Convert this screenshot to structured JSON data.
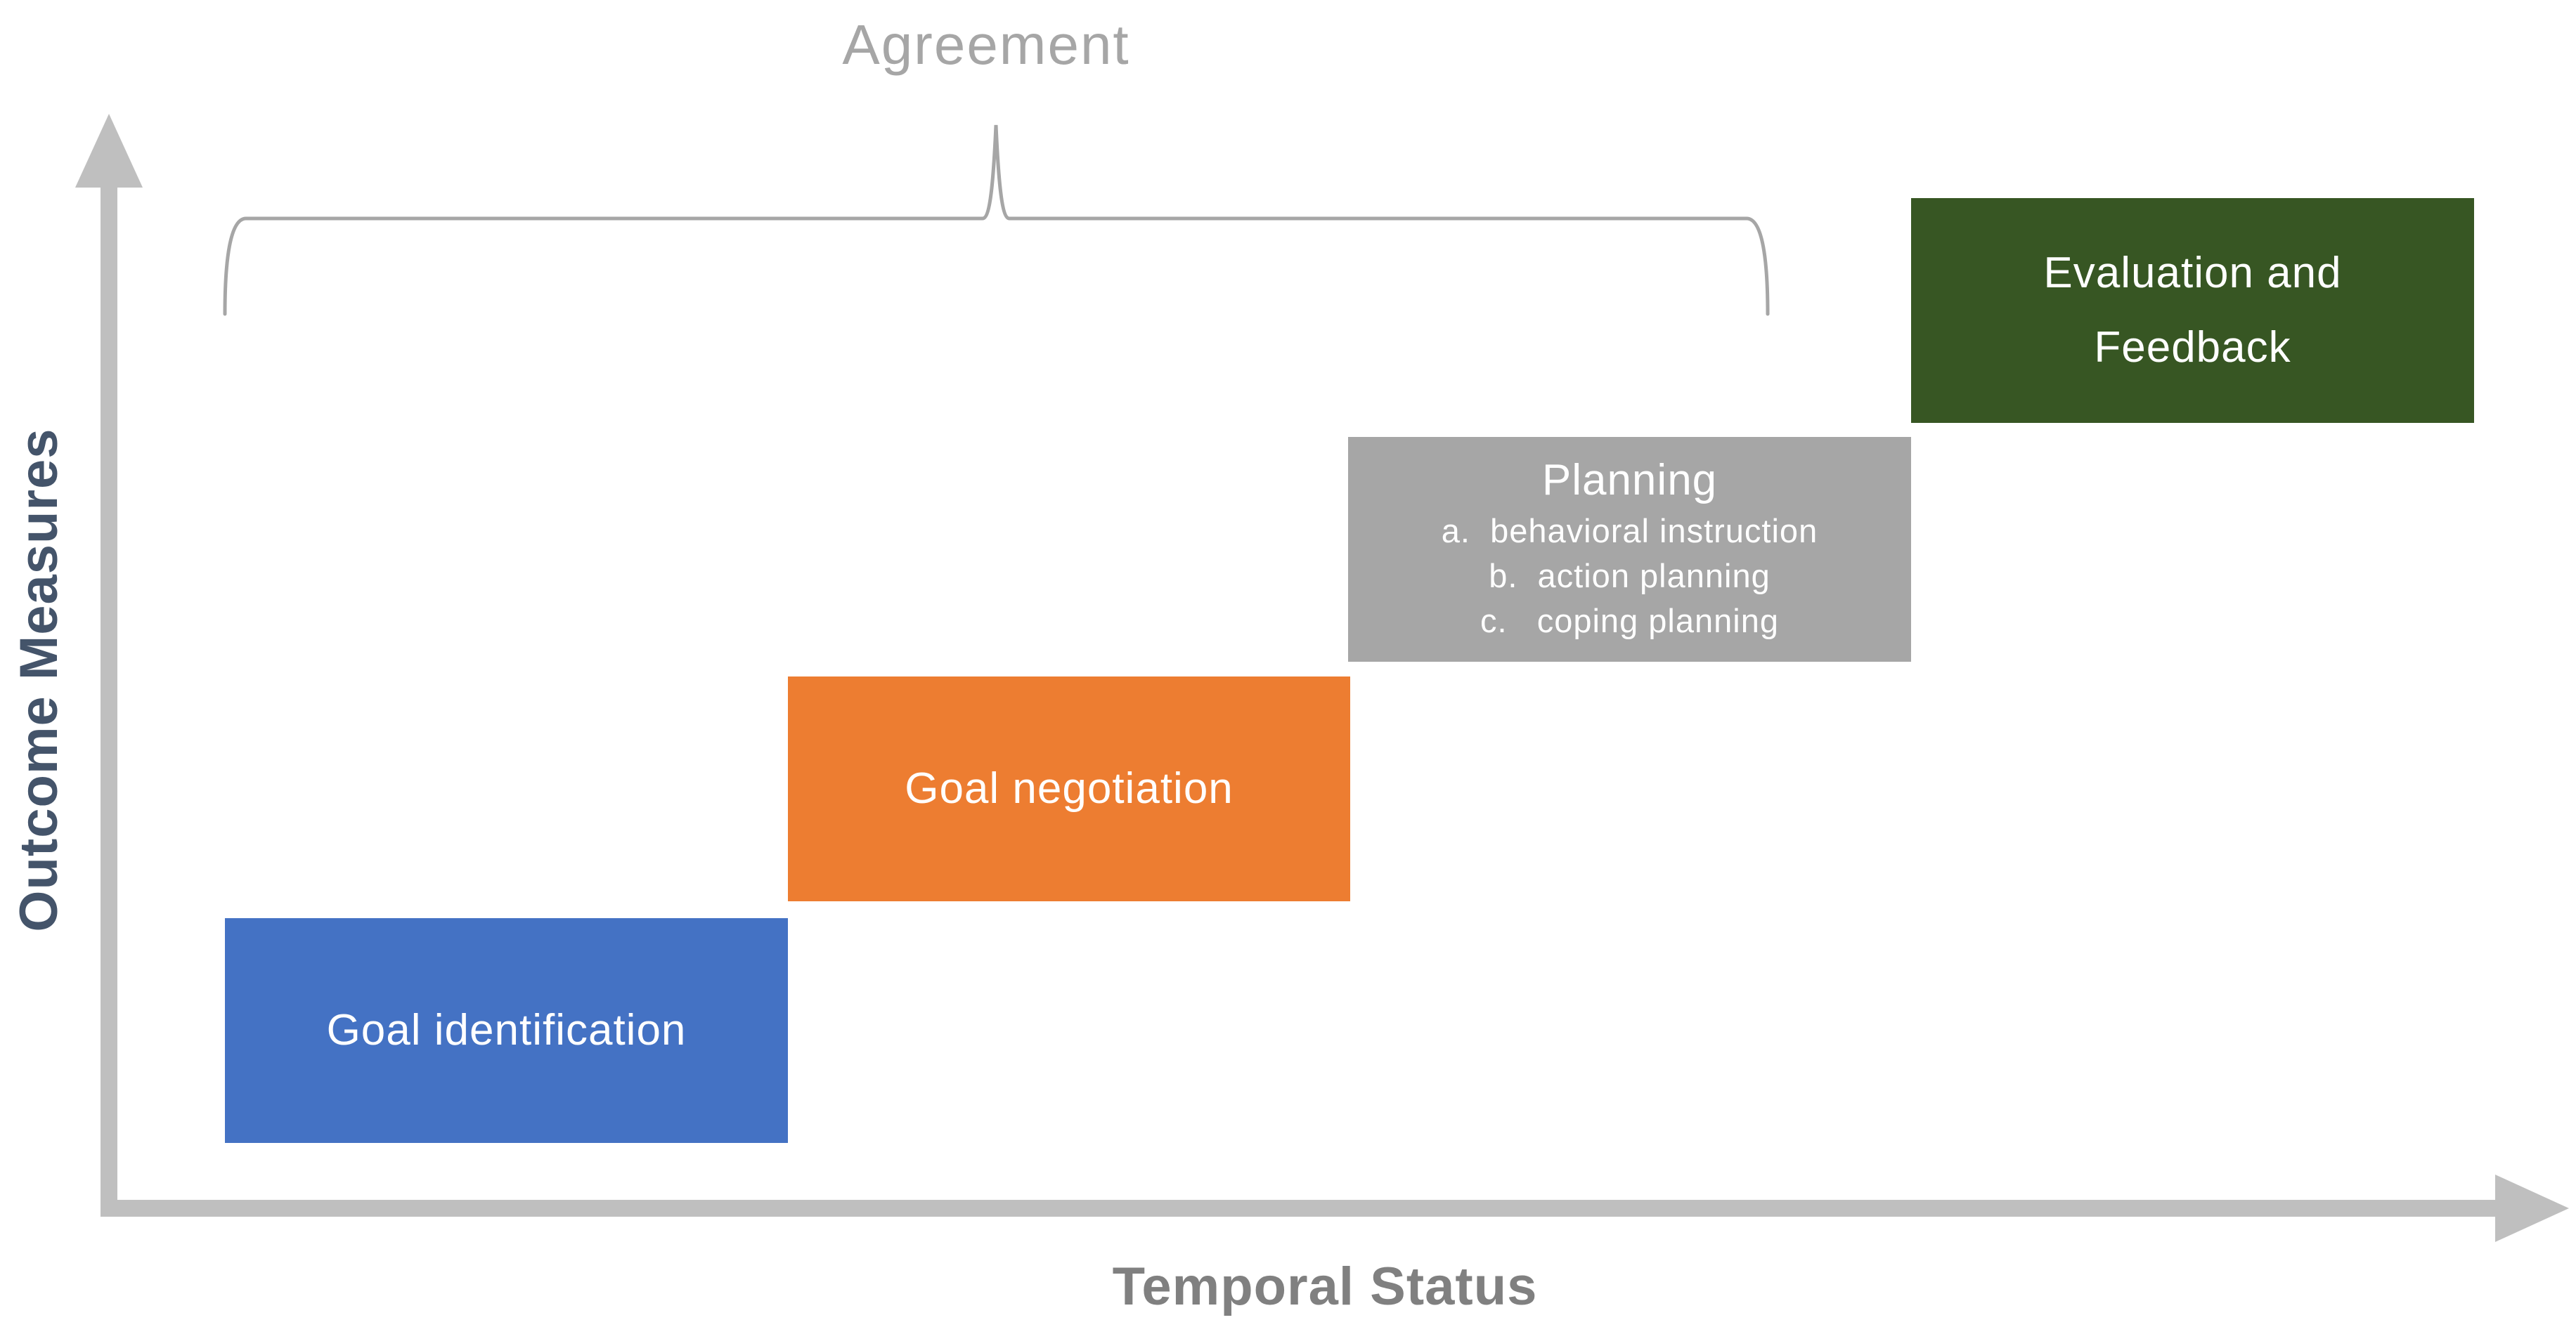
{
  "canvas": {
    "background": "#ffffff"
  },
  "axes": {
    "color": "#bfbfbf",
    "y_label": "Outcome Measures",
    "y_label_color": "#44546a",
    "x_label": "Temporal Status",
    "x_label_color": "#808080"
  },
  "brace": {
    "label": "Agreement",
    "label_color": "#a6a6a6",
    "line_color": "#a6a6a6",
    "spans_stages": [
      "Goal identification",
      "Goal negotiation",
      "Planning"
    ]
  },
  "stages": [
    {
      "label": "Goal identification",
      "color": "#4472c4",
      "text_color": "#ffffff"
    },
    {
      "label": "Goal negotiation",
      "color": "#ed7d31",
      "text_color": "#ffffff"
    },
    {
      "title": "Planning",
      "color": "#a6a6a6",
      "text_color": "#ffffff",
      "items": [
        "a.  behavioral instruction",
        "b.  action planning",
        "c.   coping planning"
      ]
    },
    {
      "lines": [
        "Evaluation and",
        "Feedback"
      ],
      "color": "#375623",
      "text_color": "#ffffff"
    }
  ]
}
